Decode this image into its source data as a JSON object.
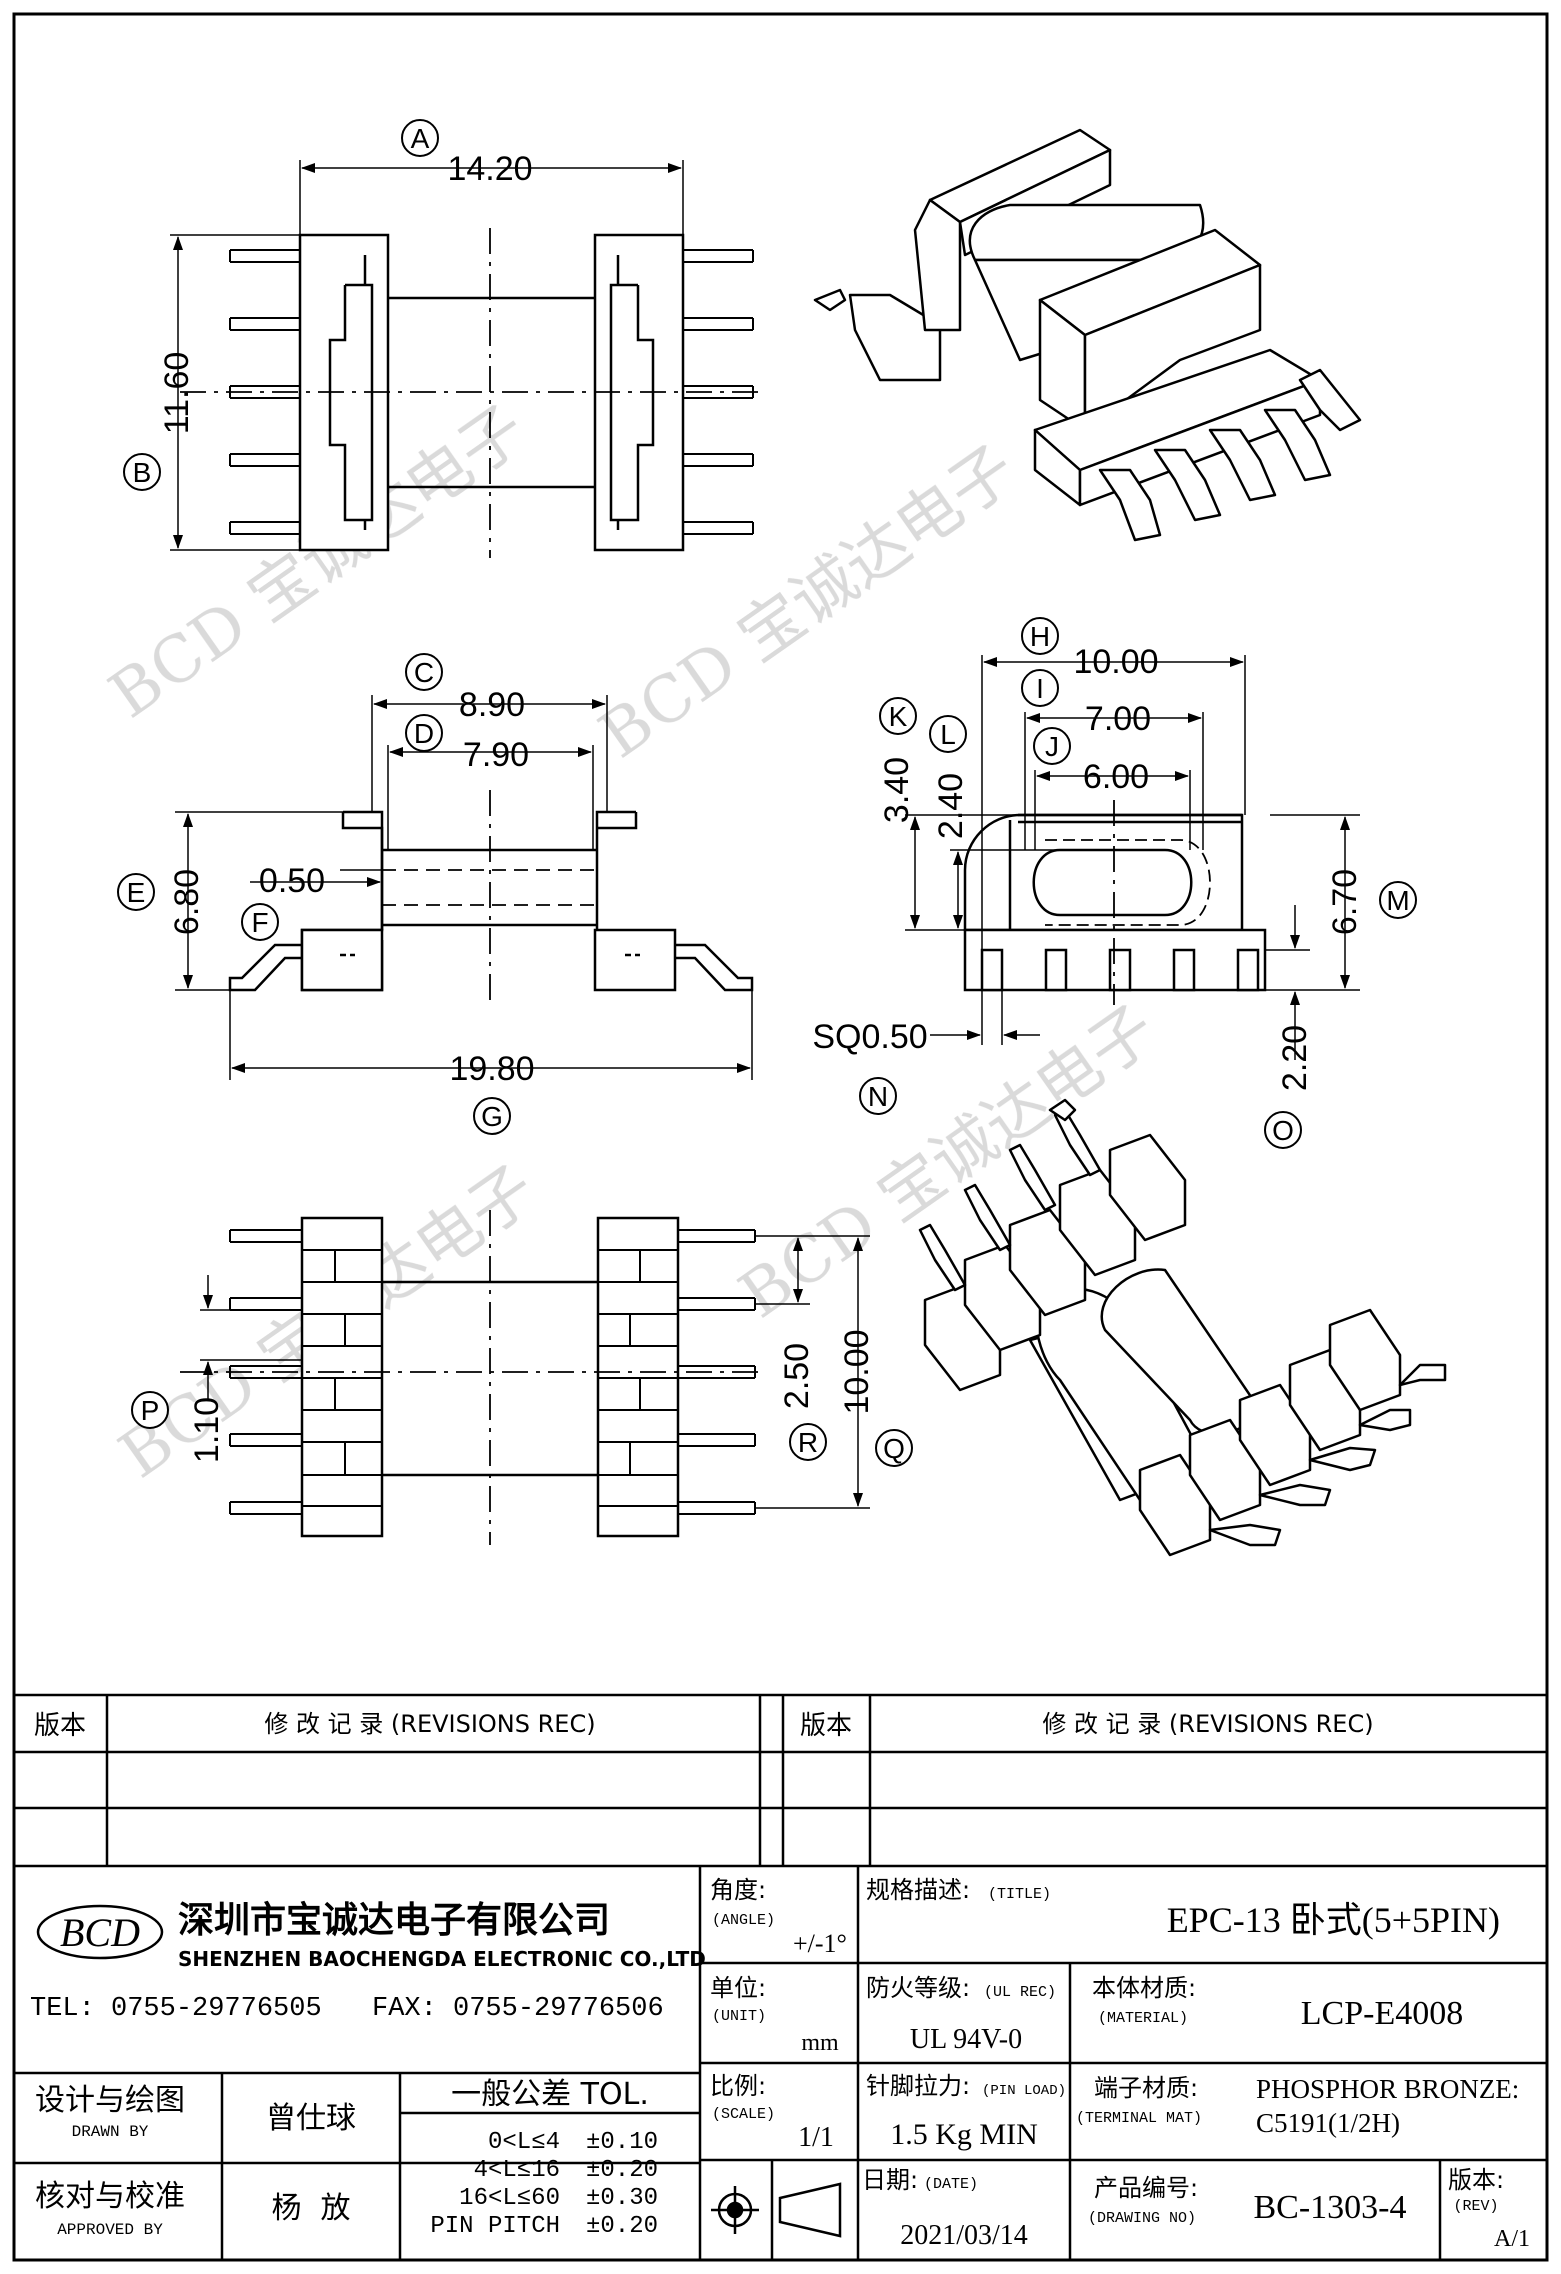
{
  "dimensions": {
    "A": {
      "tag": "A",
      "value": "14.20"
    },
    "B": {
      "tag": "B",
      "value": "11.60"
    },
    "C": {
      "tag": "C",
      "value": "8.90"
    },
    "D": {
      "tag": "D",
      "value": "7.90"
    },
    "E": {
      "tag": "E",
      "value": "6.80"
    },
    "F": {
      "tag": "F",
      "value": "0.50"
    },
    "G": {
      "tag": "G",
      "value": "19.80"
    },
    "H": {
      "tag": "H",
      "value": "10.00"
    },
    "I": {
      "tag": "I",
      "value": "7.00"
    },
    "J": {
      "tag": "J",
      "value": "6.00"
    },
    "K": {
      "tag": "K",
      "value": "3.40"
    },
    "L": {
      "tag": "L",
      "value": "2.40"
    },
    "M": {
      "tag": "M",
      "value": "6.70"
    },
    "N": {
      "tag": "N",
      "value": "SQ0.50"
    },
    "O": {
      "tag": "O",
      "value": "2.20"
    },
    "P": {
      "tag": "P",
      "value": "1.10"
    },
    "R": {
      "tag": "R",
      "value": "2.50"
    },
    "Q": {
      "tag": "Q",
      "value": "10.00"
    }
  },
  "watermark": "BCD 宝诚达电子",
  "revisions": {
    "col_version": "版本",
    "col_record": "修 改 记 录 (REVISIONS REC)"
  },
  "company": {
    "logo": "BCD",
    "name_cn": "深圳市宝诚达电子有限公司",
    "name_en": "SHENZHEN BAOCHENGDA ELECTRONIC CO.,LTD",
    "tel": "TEL: 0755-29776505",
    "fax": "FAX: 0755-29776506"
  },
  "fields": {
    "angle_label": "角度:",
    "angle_label_en": "(ANGLE)",
    "angle_value": "+/-1°",
    "title_label": "规格描述:",
    "title_label_en": "(TITLE)",
    "title_value": "EPC-13 卧式(5+5PIN)",
    "unit_label": "单位:",
    "unit_label_en": "(UNIT)",
    "unit_value": "mm",
    "ul_label": "防火等级:",
    "ul_label_en": "(UL REC)",
    "ul_value": "UL 94V-0",
    "material_label": "本体材质:",
    "material_label_en": "(MATERIAL)",
    "material_value": "LCP-E4008",
    "scale_label": "比例:",
    "scale_label_en": "(SCALE)",
    "scale_value": "1/1",
    "pinload_label": "针脚拉力:",
    "pinload_label_en": "(PIN LOAD)",
    "pinload_value": "1.5 Kg MIN",
    "terminal_label": "端子材质:",
    "terminal_label_en": "(TERMINAL MAT)",
    "terminal_value_1": "PHOSPHOR BRONZE:",
    "terminal_value_2": "C5191(1/2H)",
    "date_label": "日期:",
    "date_label_en": "(DATE)",
    "date_value": "2021/03/14",
    "drawing_no_label": "产品编号:",
    "drawing_no_label_en": "(DRAWING NO)",
    "drawing_no_value": "BC-1303-4",
    "rev_label": "版本:",
    "rev_label_en": "(REV)",
    "rev_value": "A/1"
  },
  "signoff": {
    "drawn_label": "设计与绘图",
    "drawn_label_en": "DRAWN BY",
    "drawn_name": "曾仕球",
    "approved_label": "核对与校准",
    "approved_label_en": "APPROVED BY",
    "approved_name": "杨  放"
  },
  "tolerance": {
    "title": "一般公差 TOL.",
    "rows": [
      {
        "range": "0<L≤4",
        "tol": "±0.10"
      },
      {
        "range": "4<L≤16",
        "tol": "±0.20"
      },
      {
        "range": "16<L≤60",
        "tol": "±0.30"
      },
      {
        "range": "PIN PITCH",
        "tol": "±0.20"
      }
    ]
  }
}
